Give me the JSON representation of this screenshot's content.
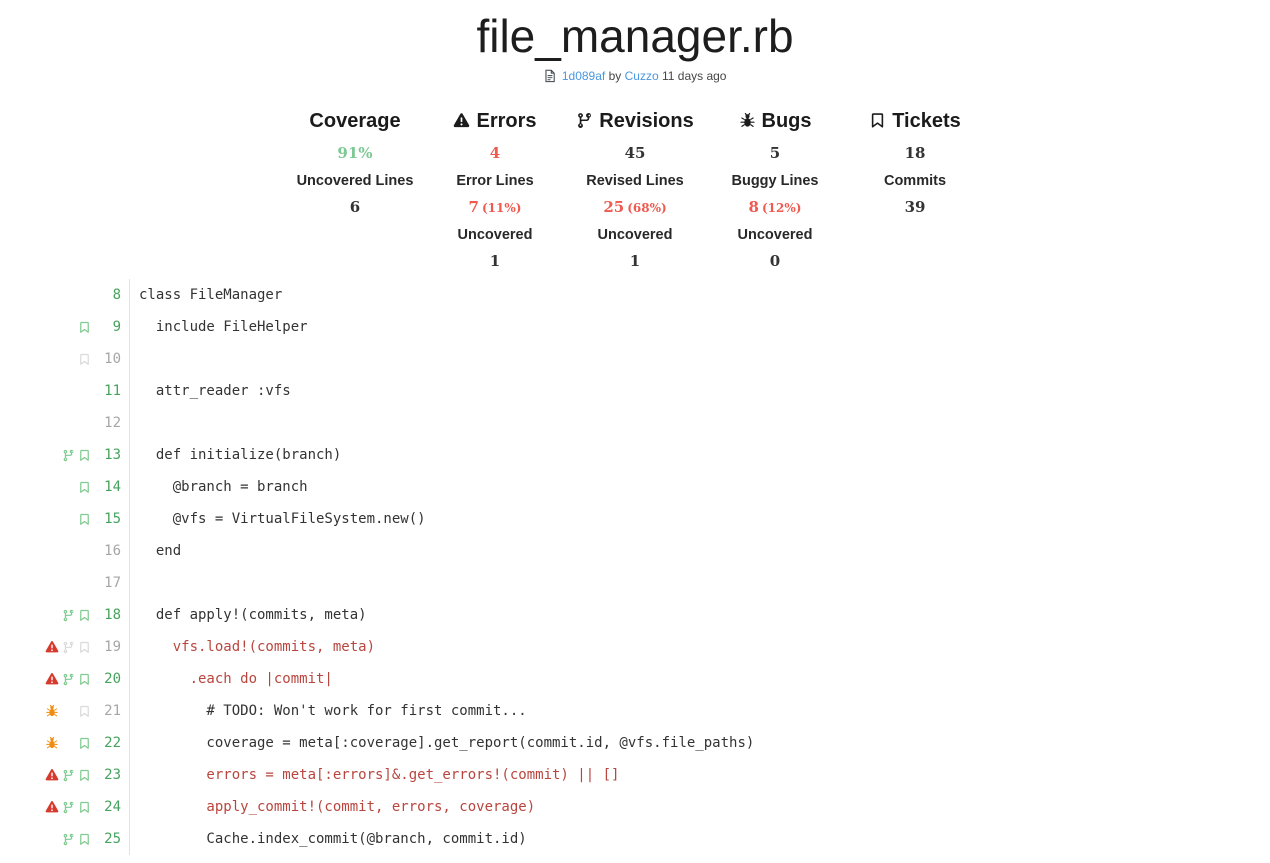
{
  "colors": {
    "accent_green": "#46a35e",
    "icon_green": "#7fca90",
    "pale_green": "#7ec893",
    "stat_red": "#ee5a4f",
    "code_red": "#b8463e",
    "alert_red": "#d63a2f",
    "bug_orange": "#f18c10",
    "muted_gray": "#a6a6a6",
    "icon_gray": "#dadada",
    "link_blue": "#4a97e0",
    "text_dark": "#333333",
    "heading_dark": "#1b1b1b"
  },
  "header": {
    "title": "file_manager.rb",
    "commit": {
      "icon": "file-icon",
      "sha": "1d089af",
      "by_label": "by",
      "author": "Cuzzo",
      "age": "11 days ago"
    }
  },
  "stats": [
    {
      "id": "coverage",
      "icon": null,
      "title": "Coverage",
      "primary": {
        "text": "91%",
        "color": "pale_green"
      },
      "rows": [
        {
          "label": "Uncovered Lines",
          "main": "6",
          "paren": "",
          "color": "text_dark"
        }
      ]
    },
    {
      "id": "errors",
      "icon": "warning-icon",
      "title": "Errors",
      "primary": {
        "text": "4",
        "color": "stat_red"
      },
      "rows": [
        {
          "label": "Error Lines",
          "main": "7",
          "paren": "(11%)",
          "color": "stat_red"
        },
        {
          "label": "Uncovered",
          "main": "1",
          "paren": "",
          "color": "text_dark"
        }
      ]
    },
    {
      "id": "revisions",
      "icon": "branch-icon",
      "title": "Revisions",
      "primary": {
        "text": "45",
        "color": "text_dark"
      },
      "rows": [
        {
          "label": "Revised Lines",
          "main": "25",
          "paren": "(68%)",
          "color": "stat_red"
        },
        {
          "label": "Uncovered",
          "main": "1",
          "paren": "",
          "color": "text_dark"
        }
      ]
    },
    {
      "id": "bugs",
      "icon": "bug-icon",
      "title": "Bugs",
      "primary": {
        "text": "5",
        "color": "text_dark"
      },
      "rows": [
        {
          "label": "Buggy Lines",
          "main": "8",
          "paren": "(12%)",
          "color": "stat_red"
        },
        {
          "label": "Uncovered",
          "main": "0",
          "paren": "",
          "color": "text_dark"
        }
      ]
    },
    {
      "id": "tickets",
      "icon": "bookmark-icon",
      "title": "Tickets",
      "primary": {
        "text": "18",
        "color": "text_dark"
      },
      "rows": [
        {
          "label": "Commits",
          "main": "39",
          "paren": "",
          "color": "text_dark"
        }
      ]
    }
  ],
  "code": {
    "lines": [
      {
        "num": "8",
        "text": "class FileManager",
        "num_color": "green",
        "text_color": "dark",
        "alert": null,
        "branch": null,
        "bookmark": null
      },
      {
        "num": "9",
        "text": "  include FileHelper",
        "num_color": "green",
        "text_color": "dark",
        "alert": null,
        "branch": null,
        "bookmark": "green"
      },
      {
        "num": "10",
        "text": "",
        "num_color": "gray",
        "text_color": "dark",
        "alert": null,
        "branch": null,
        "bookmark": "gray"
      },
      {
        "num": "11",
        "text": "  attr_reader :vfs",
        "num_color": "green",
        "text_color": "dark",
        "alert": null,
        "branch": null,
        "bookmark": null
      },
      {
        "num": "12",
        "text": "",
        "num_color": "gray",
        "text_color": "dark",
        "alert": null,
        "branch": null,
        "bookmark": null
      },
      {
        "num": "13",
        "text": "  def initialize(branch)",
        "num_color": "green",
        "text_color": "dark",
        "alert": null,
        "branch": "green",
        "bookmark": "green"
      },
      {
        "num": "14",
        "text": "    @branch = branch",
        "num_color": "green",
        "text_color": "dark",
        "alert": null,
        "branch": null,
        "bookmark": "green"
      },
      {
        "num": "15",
        "text": "    @vfs = VirtualFileSystem.new()",
        "num_color": "green",
        "text_color": "dark",
        "alert": null,
        "branch": null,
        "bookmark": "green"
      },
      {
        "num": "16",
        "text": "  end",
        "num_color": "gray",
        "text_color": "dark",
        "alert": null,
        "branch": null,
        "bookmark": null
      },
      {
        "num": "17",
        "text": "",
        "num_color": "gray",
        "text_color": "dark",
        "alert": null,
        "branch": null,
        "bookmark": null
      },
      {
        "num": "18",
        "text": "  def apply!(commits, meta)",
        "num_color": "green",
        "text_color": "dark",
        "alert": null,
        "branch": "green",
        "bookmark": "green"
      },
      {
        "num": "19",
        "text": "    vfs.load!(commits, meta)",
        "num_color": "gray",
        "text_color": "red",
        "alert": "error",
        "branch": "gray",
        "bookmark": "gray"
      },
      {
        "num": "20",
        "text": "      .each do |commit|",
        "num_color": "green",
        "text_color": "red",
        "alert": "error",
        "branch": "green",
        "bookmark": "green"
      },
      {
        "num": "21",
        "text": "        # TODO: Won't work for first commit...",
        "num_color": "gray",
        "text_color": "dark",
        "alert": "bug",
        "branch": null,
        "bookmark": "gray"
      },
      {
        "num": "22",
        "text": "        coverage = meta[:coverage].get_report(commit.id, @vfs.file_paths)",
        "num_color": "green",
        "text_color": "dark",
        "alert": "bug",
        "branch": null,
        "bookmark": "green"
      },
      {
        "num": "23",
        "text": "        errors = meta[:errors]&.get_errors!(commit) || []",
        "num_color": "green",
        "text_color": "red",
        "alert": "error",
        "branch": "green",
        "bookmark": "green"
      },
      {
        "num": "24",
        "text": "        apply_commit!(commit, errors, coverage)",
        "num_color": "green",
        "text_color": "red",
        "alert": "error",
        "branch": "green",
        "bookmark": "green"
      },
      {
        "num": "25",
        "text": "        Cache.index_commit(@branch, commit.id)",
        "num_color": "green",
        "text_color": "dark",
        "alert": null,
        "branch": "green",
        "bookmark": "green"
      }
    ]
  }
}
